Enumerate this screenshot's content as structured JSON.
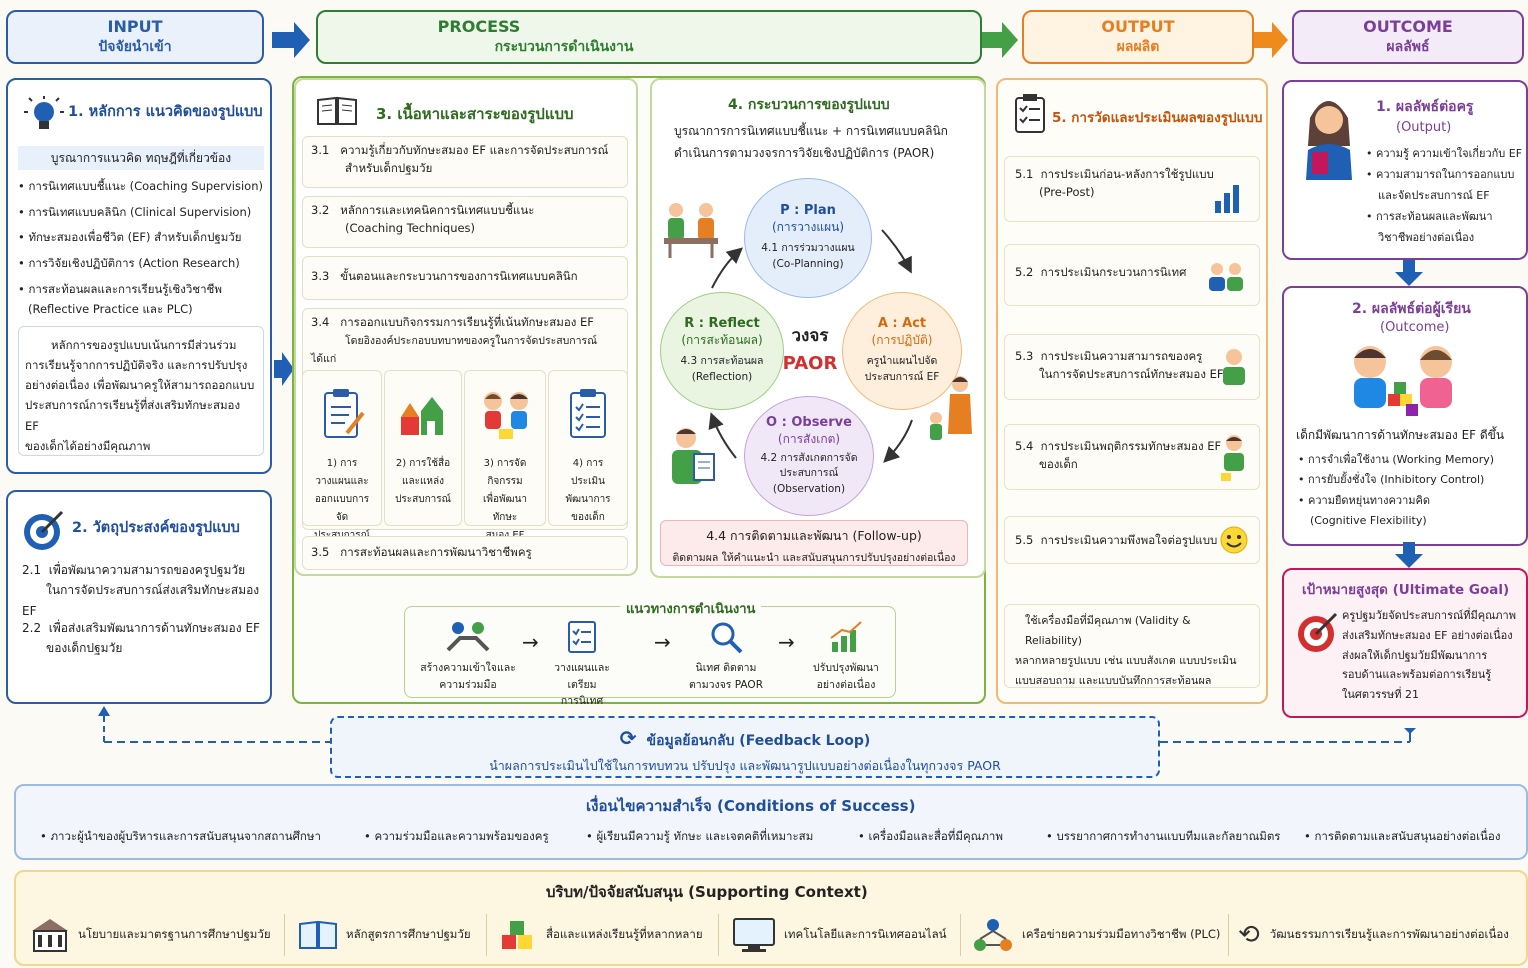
{
  "headers": {
    "input": {
      "en": "INPUT",
      "th": "ปัจจัยนำเข้า",
      "color": "#2a5ca8"
    },
    "process": {
      "en": "PROCESS",
      "th": "กระบวนการดำเนินงาน",
      "color": "#2e7d32"
    },
    "output": {
      "en": "OUTPUT",
      "th": "ผลผลิต",
      "color": "#e67e22"
    },
    "outcome": {
      "en": "OUTCOME",
      "th": "ผลลัพธ์",
      "color": "#7b3f98"
    }
  },
  "principles": {
    "title": "1. หลักการ แนวคิดของรูปแบบ",
    "subtitle": "บูรณาการแนวคิด ทฤษฎีที่เกี่ยวข้อง",
    "items": [
      "• การนิเทศแบบชี้แนะ (Coaching Supervision)",
      "• การนิเทศแบบคลินิก (Clinical Supervision)",
      "• ทักษะสมองเพื่อชีวิต (EF) สำหรับเด็กปฐมวัย",
      "• การวิจัยเชิงปฏิบัติการ (Action Research)",
      "• การสะท้อนผลและการเรียนรู้เชิงวิชาชีพ"
    ],
    "item_cont": "(Reflective Practice และ PLC)",
    "note_lines": [
      "หลักการของรูปแบบเน้นการมีส่วนร่วม",
      "การเรียนรู้จากการปฏิบัติจริง และการปรับปรุง",
      "อย่างต่อเนื่อง เพื่อพัฒนาครูให้สามารถออกแบบ",
      "ประสบการณ์การเรียนรู้ที่ส่งเสริมทักษะสมอง EF",
      "ของเด็กได้อย่างมีคุณภาพ"
    ]
  },
  "objectives": {
    "title": "2. วัตถุประสงค์ของรูปแบบ",
    "items": [
      {
        "num": "2.1",
        "line1": "เพื่อพัฒนาความสามารถของครูปฐมวัย",
        "line2": "ในการจัดประสบการณ์ส่งเสริมทักษะสมอง EF"
      },
      {
        "num": "2.2",
        "line1": "เพื่อส่งเสริมพัฒนาการด้านทักษะสมอง EF",
        "line2": "ของเด็กปฐมวัย"
      }
    ]
  },
  "content": {
    "title": "3. เนื้อหาและสาระของรูปแบบ",
    "items": [
      {
        "num": "3.1",
        "line1": "ความรู้เกี่ยวกับทักษะสมอง EF และการจัดประสบการณ์",
        "line2": "สำหรับเด็กปฐมวัย"
      },
      {
        "num": "3.2",
        "line1": "หลักการและเทคนิคการนิเทศแบบชี้แนะ",
        "line2": "(Coaching Techniques)"
      },
      {
        "num": "3.3",
        "line1": "ขั้นตอนและกระบวนการของการนิเทศแบบคลินิก",
        "line2": ""
      },
      {
        "num": "3.4",
        "line1": "การออกแบบกิจกรรมการเรียนรู้ที่เน้นทักษะสมอง EF",
        "line2": "โดยอิงองค์ประกอบบทบาทของครูในการจัดประสบการณ์ ได้แก่"
      }
    ],
    "sub": [
      {
        "l1": "1) การวางแผนและ",
        "l2": "ออกแบบการจัด",
        "l3": "ประสบการณ์",
        "icon": "clipboard-pencil-icon"
      },
      {
        "l1": "2) การใช้สื่อ",
        "l2": "และแหล่ง",
        "l3": "ประสบการณ์",
        "icon": "toy-blocks-icon"
      },
      {
        "l1": "3) การจัดกิจกรรม",
        "l2": "เพื่อพัฒนาทักษะ",
        "l3": "สมอง EF",
        "icon": "children-playing-icon"
      },
      {
        "l1": "4) การประเมิน",
        "l2": "พัฒนาการ",
        "l3": "ของเด็ก",
        "icon": "checklist-icon"
      }
    ],
    "item35": {
      "num": "3.5",
      "text": "การสะท้อนผลและการพัฒนาวิชาชีพครู"
    }
  },
  "process": {
    "title": "4. กระบวนการของรูปแบบ",
    "sub1": "บูรณาการการนิเทศแบบชี้แนะ + การนิเทศแบบคลินิก",
    "sub2": "ดำเนินการตามวงจรการวิจัยเชิงปฏิบัติการ (PAOR)",
    "center1": "วงจร",
    "center2": "PAOR",
    "plan": {
      "t": "P : Plan",
      "s": "(การวางแผน)",
      "d1": "4.1 การร่วมวางแผน",
      "d2": "(Co-Planning)"
    },
    "act": {
      "t": "A : Act",
      "s": "(การปฏิบัติ)",
      "d1": "ครูนำแผนไปจัด",
      "d2": "ประสบการณ์ EF"
    },
    "observe": {
      "t": "O : Observe",
      "s": "(การสังเกต)",
      "d1": "4.2 การสังเกตการจัด",
      "d2": "ประสบการณ์",
      "d3": "(Observation)"
    },
    "reflect": {
      "t": "R : Reflect",
      "s": "(การสะท้อนผล)",
      "d1": "4.3 การสะท้อนผล",
      "d2": "(Reflection)"
    },
    "followup_title": "4.4   การติดตามและพัฒนา (Follow-up)",
    "followup_desc": "ติดตามผล ให้คำแนะนำ และสนับสนุนการปรับปรุงอย่างต่อเนื่อง"
  },
  "guideline": {
    "title": "แนวทางการดำเนินงาน",
    "steps": [
      {
        "l1": "สร้างความเข้าใจและ",
        "l2": "ความร่วมมือ",
        "icon": "handshake-icon"
      },
      {
        "l1": "วางแผนและเตรียม",
        "l2": "การนิเทศ",
        "icon": "checklist-icon"
      },
      {
        "l1": "นิเทศ ติดตาม",
        "l2": "ตามวงจร PAOR",
        "icon": "magnifier-icon"
      },
      {
        "l1": "ปรับปรุงพัฒนา",
        "l2": "อย่างต่อเนื่อง",
        "icon": "growth-chart-icon"
      }
    ]
  },
  "evaluation": {
    "title": "5. การวัดและประเมินผลของรูปแบบ",
    "items": [
      {
        "num": "5.1",
        "line1": "การประเมินก่อน-หลังการใช้รูปแบบ",
        "line2": "(Pre-Post)",
        "icon": "bar-chart-icon"
      },
      {
        "num": "5.2",
        "line1": "การประเมินกระบวนการนิเทศ",
        "line2": "",
        "icon": "group-icon"
      },
      {
        "num": "5.3",
        "line1": "การประเมินความสามารถของครู",
        "line2": "ในการจัดประสบการณ์ทักษะสมอง EF",
        "icon": "teacher-icon"
      },
      {
        "num": "5.4",
        "line1": "การประเมินพฤติกรรมทักษะสมอง EF",
        "line2": "ของเด็ก",
        "icon": "child-icon"
      },
      {
        "num": "5.5",
        "line1": "การประเมินความพึงพอใจต่อรูปแบบ",
        "line2": "",
        "icon": "smiley-icon"
      }
    ],
    "note_lines": [
      "ใช้เครื่องมือที่มีคุณภาพ (Validity & Reliability)",
      "หลากหลายรูปแบบ เช่น แบบสังเกต แบบประเมิน",
      "แบบสอบถาม และแบบบันทึกการสะท้อนผล"
    ]
  },
  "outcome_teacher": {
    "title": "1. ผลลัพธ์ต่อครู",
    "sub": "(Output)",
    "items": [
      "• ความรู้ ความเข้าใจเกี่ยวกับ EF",
      "• ความสามารถในการออกแบบ",
      "และจัดประสบการณ์ EF",
      "• การสะท้อนผลและพัฒนา",
      "วิชาชีพอย่างต่อเนื่อง"
    ]
  },
  "outcome_learner": {
    "title": "2. ผลลัพธ์ต่อผู้เรียน",
    "sub": "(Outcome)",
    "lead": "เด็กมีพัฒนาการด้านทักษะสมอง EF ดีขึ้น",
    "items": [
      "• การจำเพื่อใช้งาน (Working Memory)",
      "• การยับยั้งชั่งใจ (Inhibitory Control)",
      "• ความยืดหยุ่นทางความคิด",
      "(Cognitive Flexibility)"
    ]
  },
  "ultimate": {
    "title": "เป้าหมายสูงสุด (Ultimate Goal)",
    "lines": [
      "ครูปฐมวัยจัดประสบการณ์ที่มีคุณภาพ",
      "ส่งเสริมทักษะสมอง EF อย่างต่อเนื่อง",
      "ส่งผลให้เด็กปฐมวัยมีพัฒนาการ",
      "รอบด้านและพร้อมต่อการเรียนรู้",
      "ในศตวรรษที่ 21"
    ]
  },
  "feedback": {
    "title": "ข้อมูลย้อนกลับ (Feedback Loop)",
    "desc": "นำผลการประเมินไปใช้ในการทบทวน ปรับปรุง และพัฒนารูปแบบอย่างต่อเนื่องในทุกวงจร PAOR"
  },
  "conditions": {
    "title": "เงื่อนไขความสำเร็จ  (Conditions of Success)",
    "items": [
      "• ภาวะผู้นำของผู้บริหารและการสนับสนุนจากสถานศึกษา",
      "• ความร่วมมือและความพร้อมของครู",
      "• ผู้เรียนมีความรู้ ทักษะ และเจตคติที่เหมาะสม",
      "• เครื่องมือและสื่อที่มีคุณภาพ",
      "• บรรยากาศการทำงานแบบทีมและกัลยาณมิตร",
      "• การติดตามและสนับสนุนอย่างต่อเนื่อง"
    ]
  },
  "context": {
    "title": "บริบท/ปัจจัยสนับสนุน  (Supporting Context)",
    "items": [
      {
        "label": "นโยบายและมาตรฐานการศึกษาปฐมวัย",
        "icon": "school-building-icon"
      },
      {
        "label": "หลักสูตรการศึกษาปฐมวัย",
        "icon": "open-book-icon"
      },
      {
        "label": "สื่อและแหล่งเรียนรู้ที่หลากหลาย",
        "icon": "blocks-icon"
      },
      {
        "label": "เทคโนโลยีและการนิเทศออนไลน์",
        "icon": "monitor-icon"
      },
      {
        "label": "เครือข่ายความร่วมมือทางวิชาชีพ (PLC)",
        "icon": "network-icon"
      },
      {
        "label": "วัฒนธรรมการเรียนรู้และการพัฒนาอย่างต่อเนื่อง",
        "icon": "cycle-arrows-icon"
      }
    ]
  }
}
